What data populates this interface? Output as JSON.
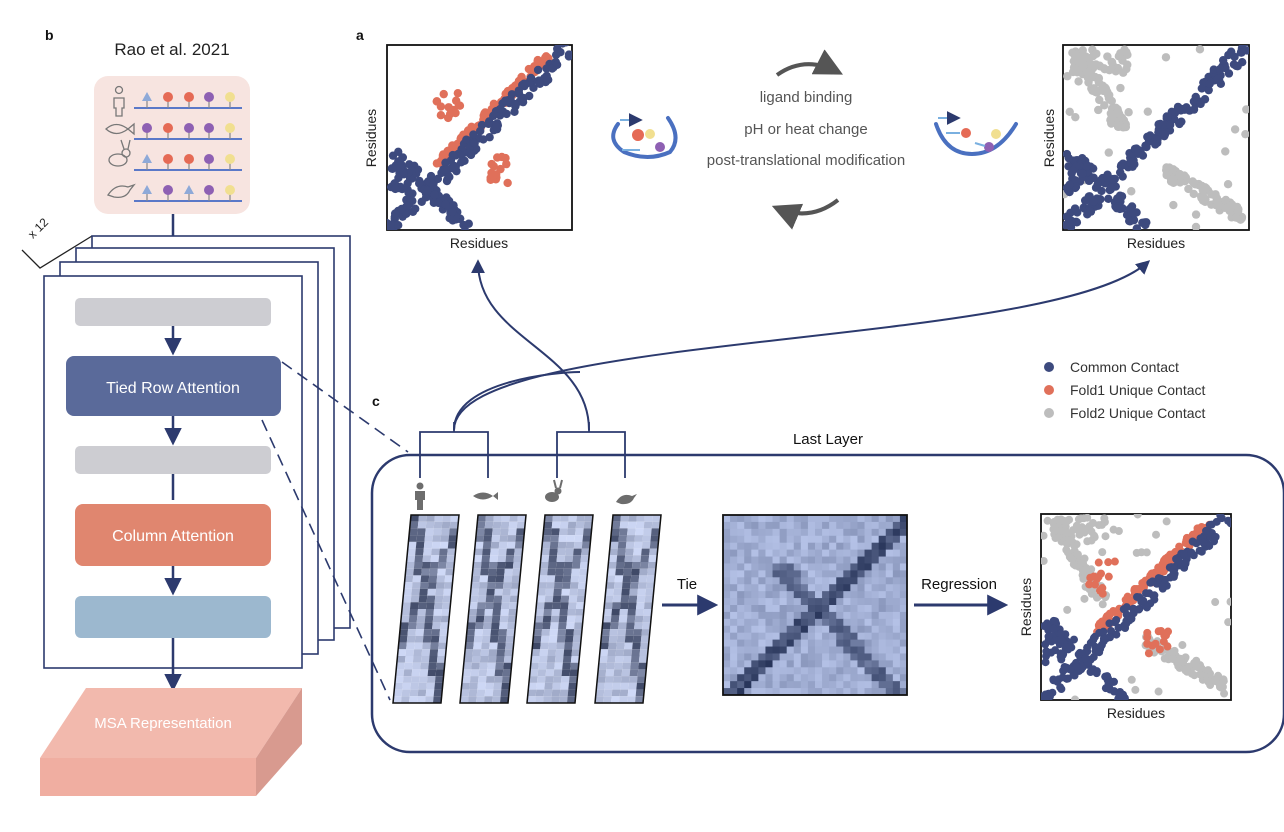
{
  "panels": {
    "a": {
      "letter": "a",
      "left_axis_x": "Residues",
      "left_axis_y": "Residues",
      "right_axis_x": "Residues",
      "right_axis_y": "Residues",
      "conditions": [
        "ligand binding",
        "pH or heat change",
        "post-translational modification"
      ]
    },
    "b": {
      "letter": "b",
      "title": "Rao et al. 2021",
      "repeat": "x 12",
      "tied_row": "Tied Row Attention",
      "column": "Column Attention",
      "msa": "MSA  Representation"
    },
    "c": {
      "letter": "c",
      "last_layer": "Last Layer",
      "tie": "Tie",
      "regression": "Regression",
      "axis_x": "Residues",
      "axis_y": "Residues"
    }
  },
  "legend": [
    {
      "label": "Common Contact",
      "color": "#3d4a7e"
    },
    {
      "label": "Fold1 Unique Contact",
      "color": "#e0705a"
    },
    {
      "label": "Fold2 Unique Contact",
      "color": "#bdbdbd"
    }
  ],
  "colors": {
    "navy": "#2c3a6e",
    "common": "#3d4a7e",
    "fold1": "#e0705a",
    "fold2": "#bdbdbd",
    "tied": "#5a6a9a",
    "column": "#e0866f",
    "gray_block": "#cdcdd2",
    "blue_block": "#9cb8cf",
    "msa": "#f2b9ad",
    "msa_bg": "#f7e4e0"
  },
  "icons": [
    "human-icon",
    "fish-icon",
    "rabbit-icon",
    "bird-icon"
  ]
}
